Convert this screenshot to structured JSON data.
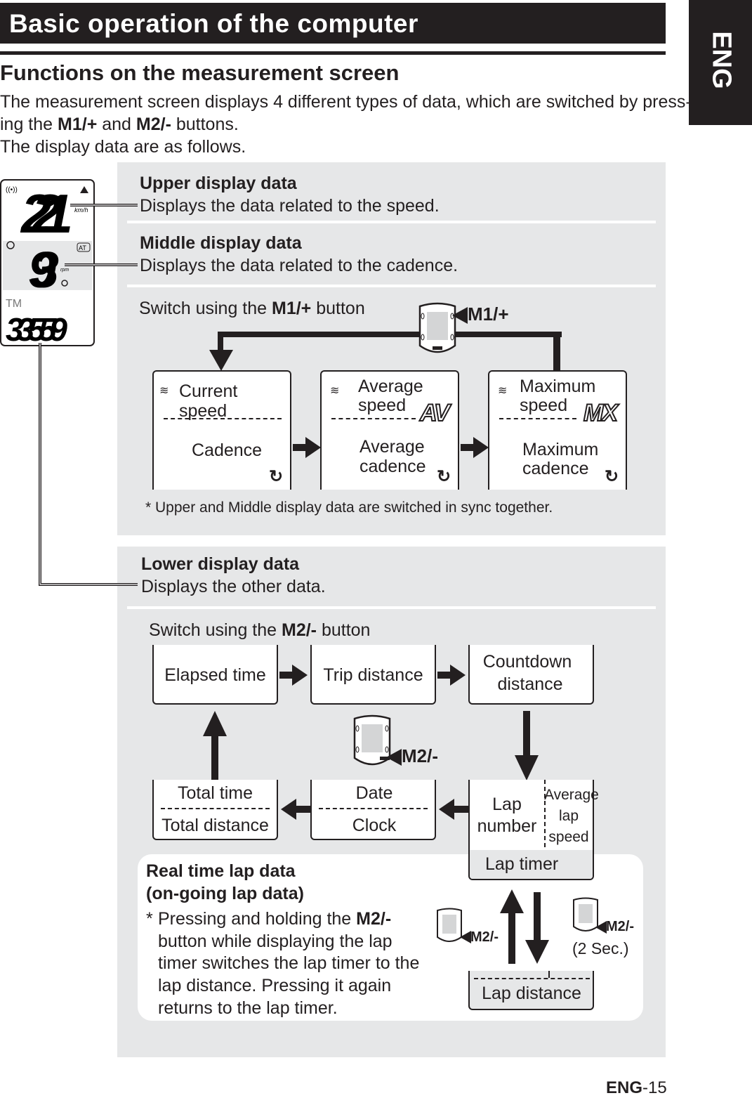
{
  "header": {
    "title": "Basic operation of the computer",
    "lang_tab": "ENG"
  },
  "section": {
    "heading": "Functions on the measurement screen",
    "intro_line1_a": "The measurement screen displays 4 different types of data, which are switched by press-",
    "intro_line2_a": "ing the ",
    "intro_line2_m1": "M1/+",
    "intro_line2_and": " and ",
    "intro_line2_m2": "M2/-",
    "intro_line2_b": " buttons.",
    "intro_line3": "The display data are as follows."
  },
  "device": {
    "upper_value": "221",
    "speed_unit": "km/h",
    "middle_value": "93",
    "cadence_unit": "rpm",
    "at_badge": "AT",
    "lower_value": "33559",
    "lower_label": "TM"
  },
  "upper": {
    "title": "Upper display data",
    "desc": "Displays the data related to the speed.",
    "mid_title": "Middle display data",
    "mid_desc": "Displays the data related to the cadence.",
    "switch_a": "Switch using the ",
    "switch_btn": "M1/+",
    "switch_b": " button",
    "button_label": "M1/+",
    "boxes": [
      {
        "top": "Current speed",
        "bottom": "Cadence"
      },
      {
        "top1": "Average",
        "top2": "speed",
        "badge": "AV",
        "bottom1": "Average",
        "bottom2": "cadence"
      },
      {
        "top1": "Maximum",
        "top2": "speed",
        "badge": "MX",
        "bottom1": "Maximum",
        "bottom2": "cadence"
      }
    ],
    "footnote": "* Upper and Middle display data are switched in sync together."
  },
  "lower": {
    "title": "Lower display data",
    "desc": "Displays the other data.",
    "switch_a": "Switch using the ",
    "switch_btn": "M2/-",
    "switch_b": " button",
    "button_label": "M2/-",
    "elapsed": "Elapsed time",
    "trip": "Trip distance",
    "countdown1": "Countdown",
    "countdown2": "distance",
    "total_time": "Total time",
    "total_dist": "Total distance",
    "date": "Date",
    "clock": "Clock",
    "lap1": "Lap",
    "lap2": "number",
    "avg1": "Average",
    "avg2": "lap",
    "avg3": "speed",
    "lap_timer": "Lap timer",
    "lap_distance": "Lap distance",
    "rt_title1": "Real time lap data",
    "rt_title2": "(on-going lap data)",
    "rt_star": "*",
    "rt_l1a": "Pressing and holding the ",
    "rt_l1b": "M2/-",
    "rt_l2": "button while displaying the lap",
    "rt_l3": "timer switches the lap timer to the",
    "rt_l4": "lap distance. Pressing it again",
    "rt_l5": "returns to the lap timer.",
    "small_btn_left": "M2/-",
    "small_btn_right": "M2/-",
    "hold": "(2 Sec.)"
  },
  "footer": {
    "page_prefix": "ENG",
    "page_suffix": "-15"
  }
}
